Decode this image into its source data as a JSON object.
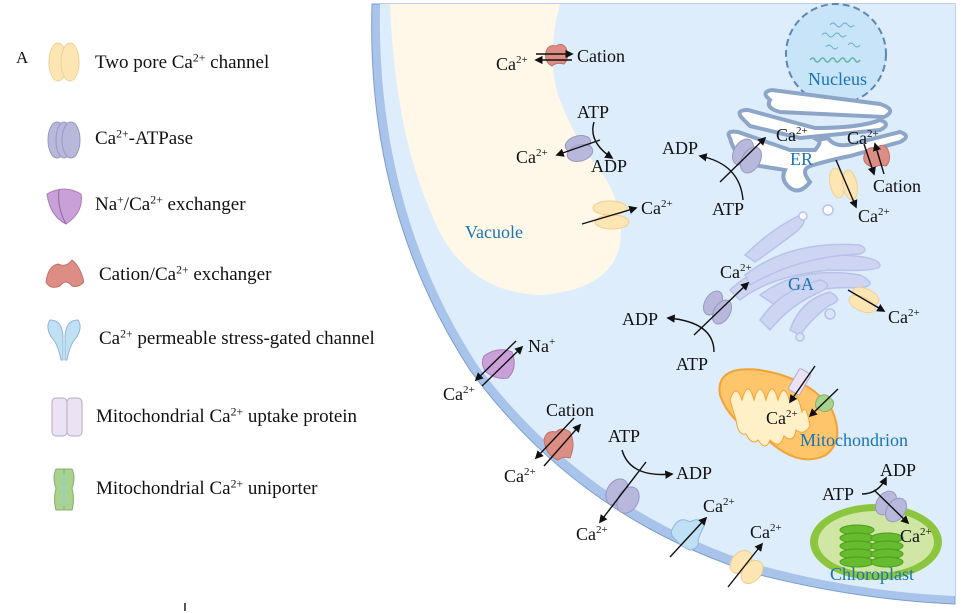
{
  "figure": {
    "panel_letter": "A"
  },
  "legend": {
    "items": [
      {
        "name": "two-pore-ca-channel",
        "pre": "Two pore Ca",
        "sup": "2+",
        "post": " channel",
        "color": "#fde6b4"
      },
      {
        "name": "ca-atpase",
        "pre": "Ca",
        "sup": "2+",
        "post": "-ATPase",
        "color": "#b7b8dc"
      },
      {
        "name": "na-ca-exchanger",
        "pre": "Na",
        "sup": "+",
        "mid": "/Ca",
        "sup2": "2+",
        "post": " exchanger",
        "color": "#caa0d8"
      },
      {
        "name": "cation-ca-exchanger",
        "pre": "Cation/Ca",
        "sup": "2+",
        "post": " exchanger",
        "color": "#dc8d84"
      },
      {
        "name": "stress-gated-channel",
        "pre": "Ca",
        "sup": "2+",
        "post": " permeable stress-gated channel",
        "color": "#bfe0f5"
      },
      {
        "name": "mito-uptake-protein",
        "pre": "Mitochondrial Ca",
        "sup": "2+",
        "post": "  uptake protein",
        "color": "#ebe3f4"
      },
      {
        "name": "mito-uniporter",
        "pre": "Mitochondrial Ca",
        "sup": "2+",
        "post": "  uniporter",
        "color": "#a9d28f"
      }
    ]
  },
  "organelles": {
    "vacuole": "Vacuole",
    "nucleus": "Nucleus",
    "er": "ER",
    "ga": "GA",
    "mitochondrion": "Mitochondrion",
    "chloroplast": "Chloroplast"
  },
  "ions": {
    "ca": "Ca",
    "ca_charge": "2+",
    "na": "Na",
    "na_charge": "+",
    "cation": "Cation",
    "atp": "ATP",
    "adp": "ADP"
  },
  "colors": {
    "cytoplasm": "#deedfc",
    "membrane": "#a8c4ea",
    "vacuole": "#fff8e8",
    "organelle_label": "#1a73b5",
    "mitochondrion": "#ffc56a",
    "chloroplast": "#8cc63f"
  }
}
